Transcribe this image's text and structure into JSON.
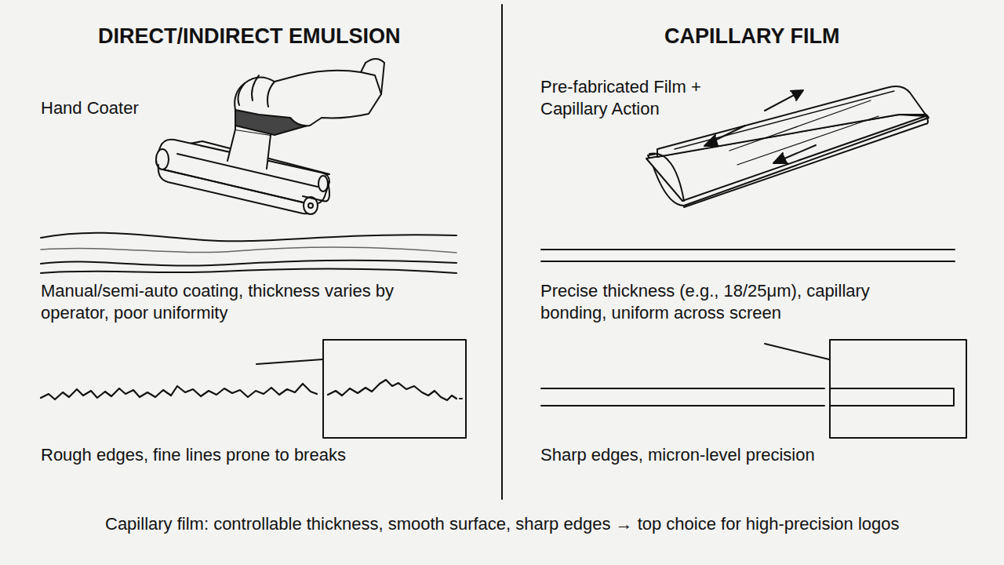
{
  "diagram": {
    "caption": "Capillary film: controllable thickness, smooth surface, sharp edges → top choice for high-precision logos",
    "labels": [
      "DIRECT/INDIRECT EMULSION",
      "Hand Coater",
      "Manual/semi-auto coating, thickness varies by operator, poor uniformity",
      "Rough edges, fine lines prone to breaks",
      "CAPILLARY FILM",
      "Pre-fabricated Film + Capillary Action",
      "Precise thickness (e.g., 18/25μm), capillary bonding, uniform across screen",
      "Sharp edges, micron-level precision"
    ]
  }
}
